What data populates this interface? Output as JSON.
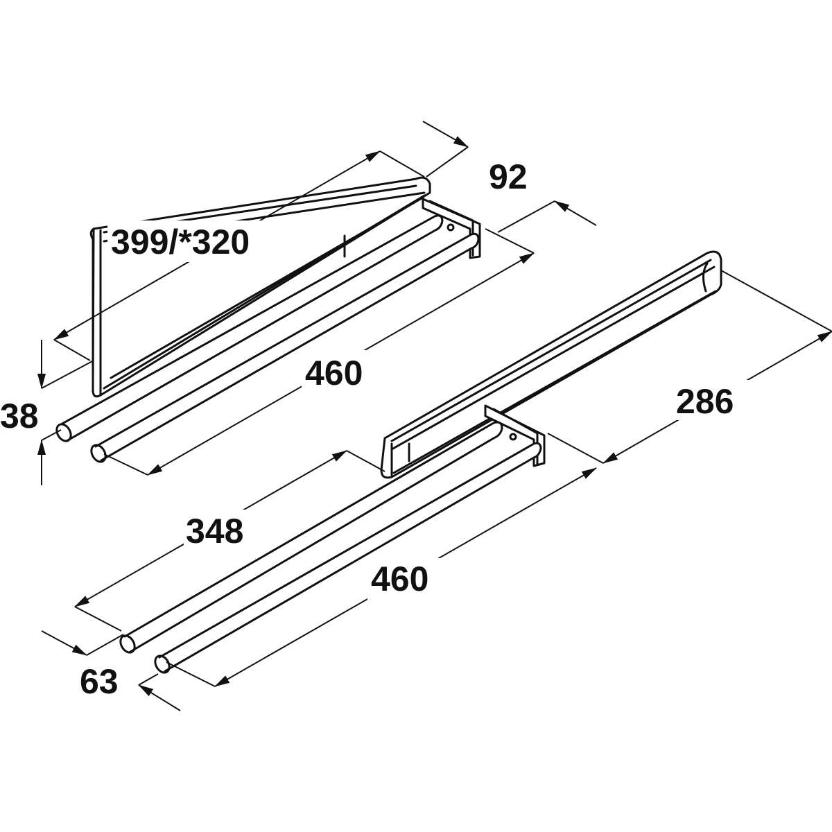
{
  "dimensions": {
    "top_length": "399/*320",
    "top_depth_offset": "92",
    "top_rail_length": "460",
    "top_height": "38",
    "bottom_depth": "286",
    "bottom_offset": "348",
    "bottom_rail_length": "460",
    "bottom_spacing": "63"
  },
  "colors": {
    "line": "#111111",
    "background": "#ffffff"
  }
}
